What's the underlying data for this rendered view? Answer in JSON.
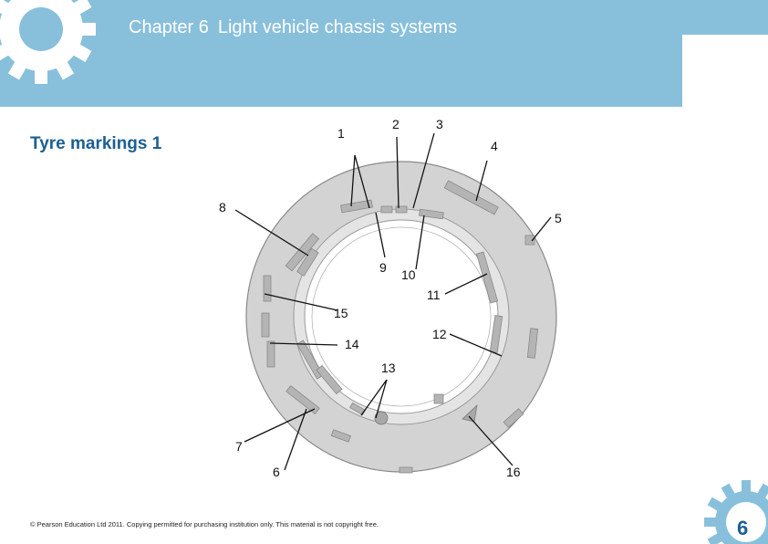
{
  "header": {
    "chapter": "Chapter 6",
    "title": "Light vehicle chassis systems"
  },
  "slide": {
    "title": "Tyre markings 1"
  },
  "diagram": {
    "callouts": [
      "1",
      "2",
      "3",
      "4",
      "5",
      "6",
      "7",
      "8",
      "9",
      "10",
      "11",
      "12",
      "13",
      "14",
      "15",
      "16"
    ]
  },
  "footer": {
    "copyright": "© Pearson Education Ltd 2011. Copying permitted for purchasing institution only. This material is not copyright free.",
    "page": "6"
  },
  "colors": {
    "header_blue": "#88c0dc",
    "title_blue": "#1b5f93",
    "tyre_grey": "#d3d3d3"
  },
  "icons": [
    "gear-icon"
  ]
}
